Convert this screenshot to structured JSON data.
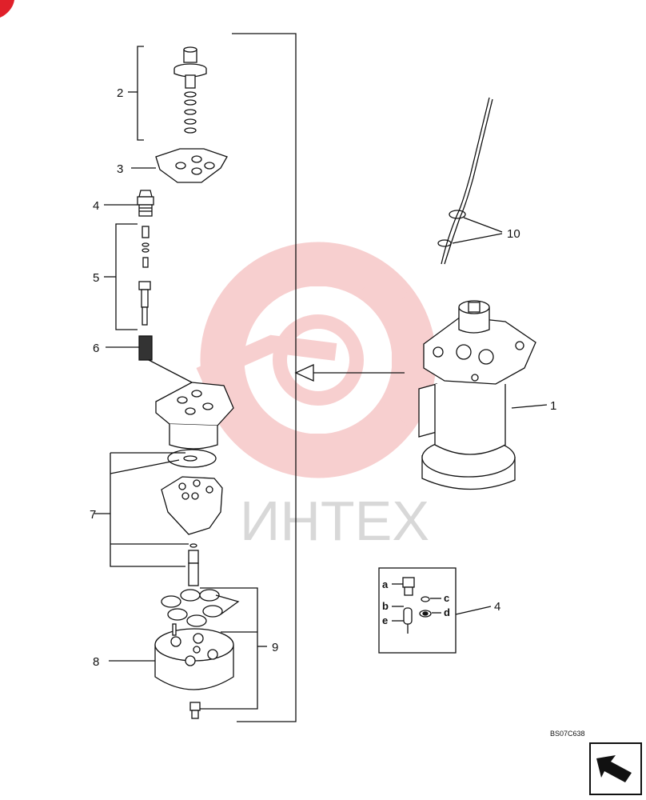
{
  "callouts": {
    "c1": "1",
    "c2": "2",
    "c3": "3",
    "c4": "4",
    "c5": "5",
    "c6": "6",
    "c7": "7",
    "c8": "8",
    "c9": "9",
    "c10": "10",
    "c4_detail": "4"
  },
  "detail_labels": {
    "a": "a",
    "b": "b",
    "c": "c",
    "d": "d",
    "e": "e"
  },
  "drawing_code": "BS07C638",
  "watermark": {
    "text": "ИНТЕХ",
    "gear_color": "#f3b8b8",
    "text_color": "#d8d8d8"
  },
  "colors": {
    "line": "#111111",
    "accent": "#e0202a"
  },
  "icons": {
    "corner_mark": "red-corner-mark-icon",
    "nav": "next-page-arrow-icon"
  }
}
